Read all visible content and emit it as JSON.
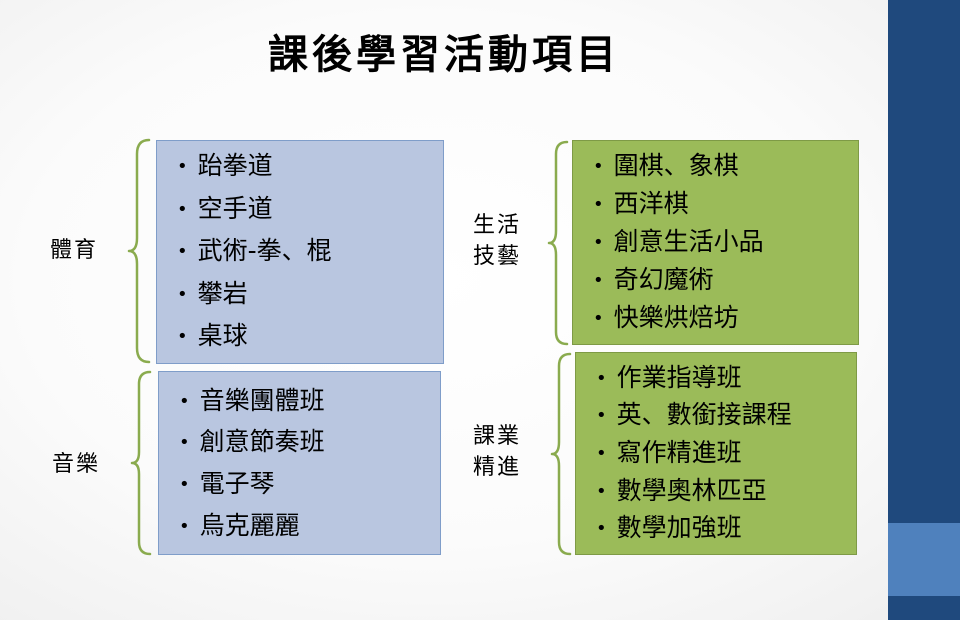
{
  "title": "課後學習活動項目",
  "colors": {
    "blue_box": "#b9c6e0",
    "green_box": "#9bbb59",
    "brace": "#8aab4e",
    "sidebar_dark": "#1f497d",
    "sidebar_light": "#4f81bd"
  },
  "groups": [
    {
      "category": "體育",
      "items": [
        "跆拳道",
        "空手道",
        "武術-拳、棍",
        "攀岩",
        "桌球"
      ]
    },
    {
      "category": "音樂",
      "items": [
        "音樂團體班",
        "創意節奏班",
        "電子琴",
        "烏克麗麗"
      ]
    },
    {
      "category_lines": [
        "生活",
        "技藝"
      ],
      "items": [
        "圍棋、象棋",
        "西洋棋",
        "創意生活小品",
        "奇幻魔術",
        "快樂烘焙坊"
      ]
    },
    {
      "category_lines": [
        "課業",
        "精進"
      ],
      "items": [
        "作業指導班",
        "英、數銜接課程",
        "寫作精進班",
        "數學奧林匹亞",
        "數學加強班"
      ]
    }
  ]
}
